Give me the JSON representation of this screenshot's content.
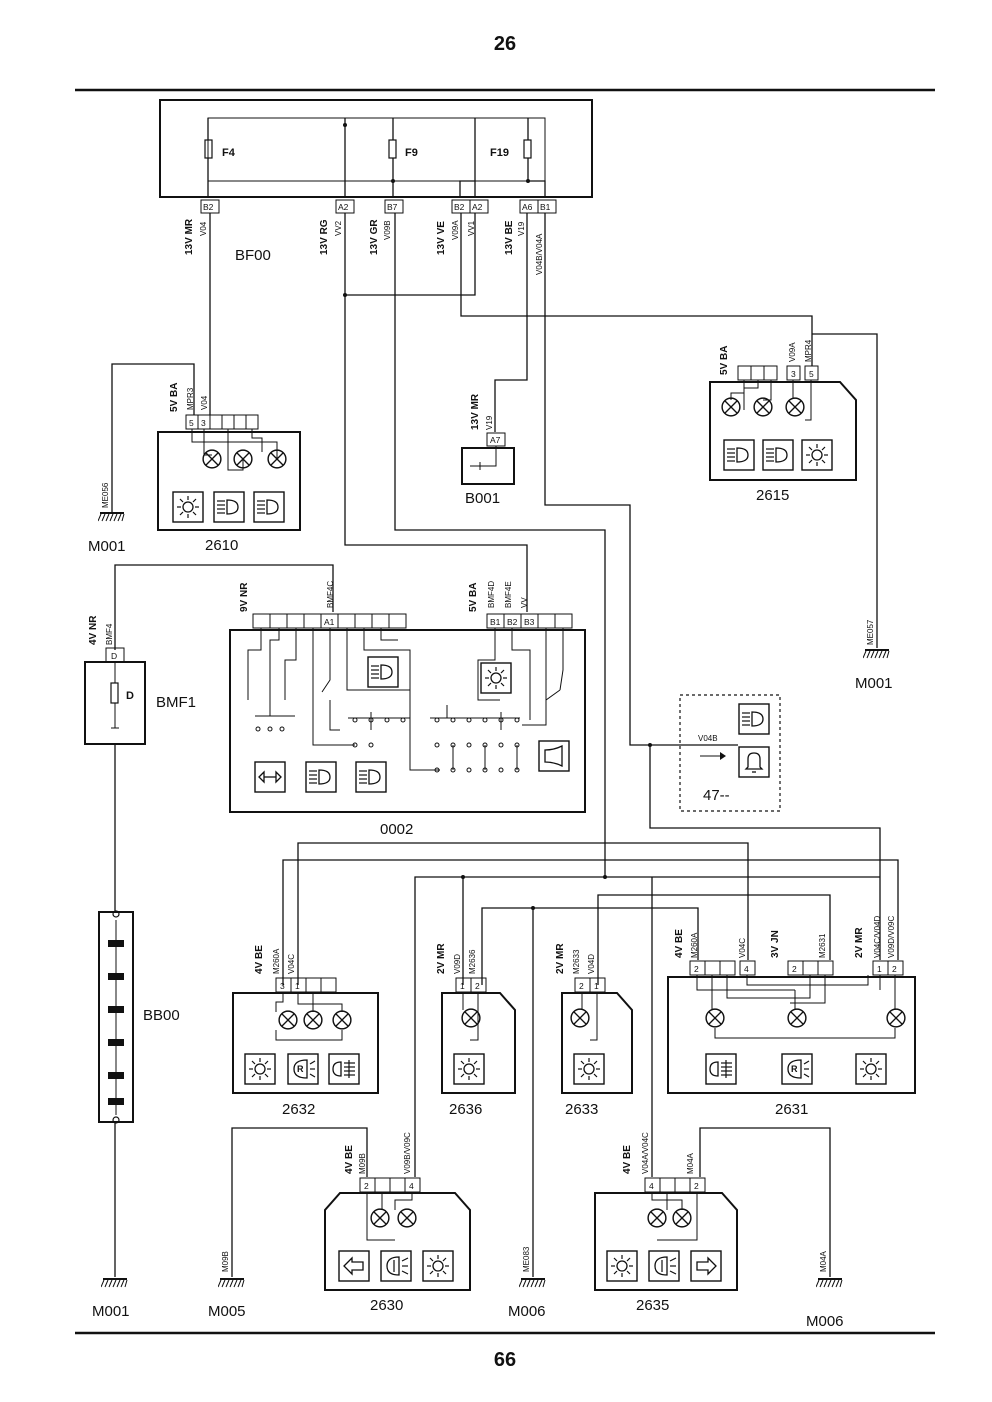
{
  "page": {
    "top_number": "26",
    "bottom_number": "66"
  },
  "fusebox": {
    "id": "BF00",
    "fuses": [
      "F4",
      "F9",
      "F19"
    ],
    "pins": [
      "B2",
      "A2",
      "B7",
      "B2",
      "A2",
      "A6",
      "B1"
    ],
    "vlabels": [
      "13V MR",
      "13V RG",
      "13V GR",
      "13V VE",
      "13V BE"
    ],
    "wires": [
      "V04",
      "VV2",
      "V09B",
      "V09A",
      "VV1",
      "V19",
      "V04B/V04A"
    ]
  },
  "c2610": {
    "id": "2610",
    "vlabel": "5V BA",
    "wires": [
      "MPR3",
      "V04"
    ],
    "pins": [
      "5",
      "3"
    ]
  },
  "c2615": {
    "id": "2615",
    "vlabel": "5V BA",
    "wires": [
      "V09A",
      "MPR4"
    ],
    "pins": [
      "3",
      "5"
    ]
  },
  "b001": {
    "id": "B001",
    "vlabel": "13V MR",
    "wire": "V19",
    "pin": "A7"
  },
  "bmf1": {
    "id": "BMF1",
    "vlabel": "4V NR",
    "wire": "BMF4",
    "pin": "D",
    "fuse": "D"
  },
  "bb00": {
    "id": "BB00"
  },
  "c0002": {
    "id": "0002",
    "vlabel_left": "9V NR",
    "wire_left": "BMF4C",
    "pin_left": "A1",
    "vlabel_right": "5V BA",
    "wires_right": [
      "BMF4D",
      "BMF4E",
      "VV"
    ],
    "pins_right": [
      "B1",
      "B2",
      "B3"
    ]
  },
  "c47": {
    "id": "47--",
    "wire": "V04B"
  },
  "c2632": {
    "id": "2632",
    "vlabel": "4V BE",
    "wires": [
      "M260A",
      "V04C"
    ],
    "pins": [
      "3",
      "1"
    ]
  },
  "c2636": {
    "id": "2636",
    "vlabel": "2V MR",
    "wires": [
      "V09D",
      "M2636"
    ],
    "pins": [
      "1",
      "2"
    ]
  },
  "c2633": {
    "id": "2633",
    "vlabel": "2V MR",
    "wires": [
      "M2633",
      "V04D"
    ],
    "pins": [
      "2",
      "1"
    ]
  },
  "c2631": {
    "id": "2631",
    "vlabel_a": "4V BE",
    "wires_a": [
      "M260A",
      "V04C"
    ],
    "pins_a": [
      "2",
      "4"
    ],
    "vlabel_b": "3V JN",
    "wires_b": [
      "M2631"
    ],
    "pins_b": [
      "2"
    ],
    "vlabel_c": "2V MR",
    "wires_c": [
      "V04C/V04D",
      "V09D/V09C"
    ],
    "pins_c": [
      "1",
      "2"
    ]
  },
  "c2630": {
    "id": "2630",
    "vlabel": "4V BE",
    "wires": [
      "M09B",
      "V09B/V09C"
    ],
    "pins": [
      "2",
      "4"
    ]
  },
  "c2635": {
    "id": "2635",
    "vlabel": "4V BE",
    "wires": [
      "V04A/V04C",
      "M04A"
    ],
    "pins": [
      "4",
      "2"
    ]
  },
  "grounds": {
    "m001_a": {
      "label": "M001",
      "wire": "ME056"
    },
    "m001_b": {
      "label": "M001",
      "wire": "ME057"
    },
    "m001_c": {
      "label": "M001"
    },
    "m005": {
      "label": "M005",
      "wire": "M09B"
    },
    "m006_a": {
      "label": "M006",
      "wire": "ME083"
    },
    "m006_b": {
      "label": "M006",
      "wire": "M04A"
    }
  }
}
